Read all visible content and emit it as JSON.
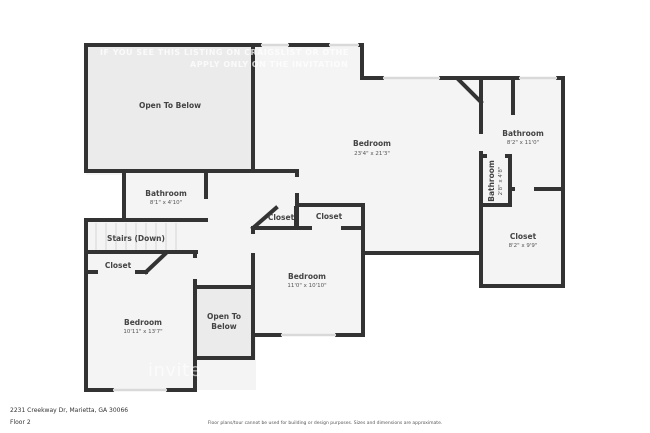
{
  "floorplan": {
    "address": "2231 Creekway Dr, Marietta, GA 30066",
    "floor": "Floor 2",
    "disclaimer": "Floor plans/tour cannot be used for building or design purposes. Sizes and dimensions are approximate.",
    "watermark": {
      "line1": "IF YOU SEE THIS LISTING ON CRAIGSLIST OR OTHE",
      "line2": "APPLY ONLY ON THE INVITATION",
      "brand": "invite"
    },
    "rooms": [
      {
        "id": "open-to-below-1",
        "label": "Open To Below",
        "dims": ""
      },
      {
        "id": "bedroom-main",
        "label": "Bedroom",
        "dims": "23'4\" x 21'3\""
      },
      {
        "id": "bathroom-main",
        "label": "Bathroom",
        "dims": "8'2\" x 11'0\""
      },
      {
        "id": "bathroom-small",
        "label": "Bathroom",
        "dims": "2'8\" x 4'8\""
      },
      {
        "id": "closet-large",
        "label": "Closet",
        "dims": "8'2\" x 9'9\""
      },
      {
        "id": "bathroom-hall",
        "label": "Bathroom",
        "dims": "8'1\" x 4'10\""
      },
      {
        "id": "stairs",
        "label": "Stairs (Down)",
        "dims": ""
      },
      {
        "id": "closet-a",
        "label": "Closet",
        "dims": ""
      },
      {
        "id": "closet-b",
        "label": "Closet",
        "dims": ""
      },
      {
        "id": "closet-c",
        "label": "Closet",
        "dims": ""
      },
      {
        "id": "bedroom-2",
        "label": "Bedroom",
        "dims": "11'0\" x 10'10\""
      },
      {
        "id": "bedroom-3",
        "label": "Bedroom",
        "dims": "10'11\" x 13'7\""
      },
      {
        "id": "open-to-below-2",
        "label": "Open To\nBelow",
        "line1": "Open To",
        "line2": "Below",
        "dims": ""
      }
    ],
    "colors": {
      "wall": "#333333",
      "floor": "#f4f4f4",
      "open_below": "#ebebeb",
      "window": "#e0e0e0"
    }
  }
}
